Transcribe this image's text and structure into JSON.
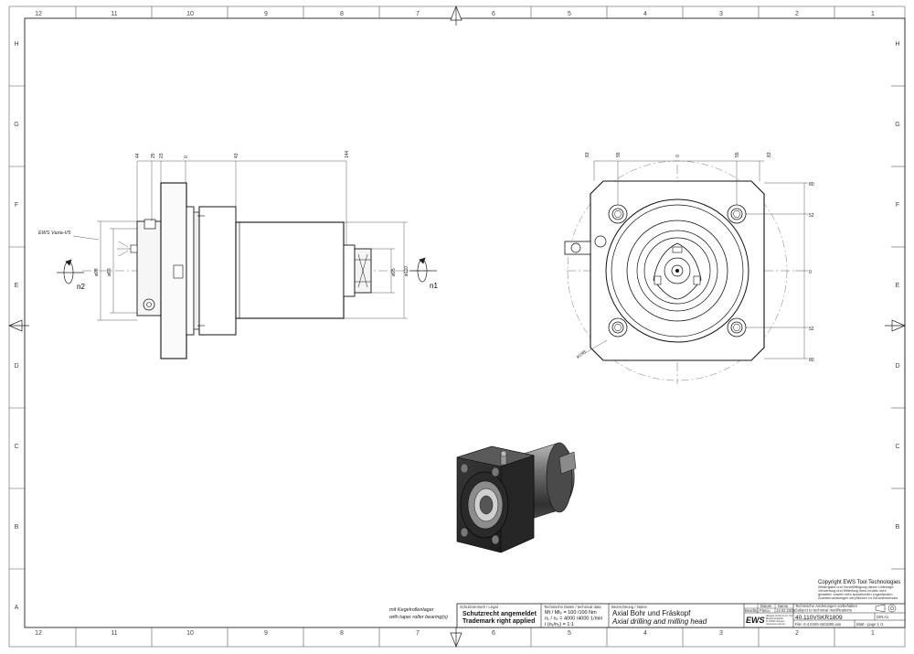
{
  "frame": {
    "cols": [
      "12",
      "11",
      "10",
      "9",
      "8",
      "7",
      "6",
      "5",
      "4",
      "3",
      "2",
      "1"
    ],
    "rows": [
      "H",
      "G",
      "F",
      "E",
      "D",
      "C",
      "B",
      "A"
    ]
  },
  "side_view": {
    "top_dims": [
      "44",
      "25",
      "23",
      "0",
      "43",
      "144"
    ],
    "label_tool": "EWS Varia-V5",
    "dia_left": "ø98",
    "dia_left2": "ø89",
    "dia_right": "ø95",
    "dia_right2": "ø110",
    "rot_left": "n2",
    "rot_right": "n1"
  },
  "front_view": {
    "top_dims": [
      "83",
      "55",
      "0",
      "55",
      "83"
    ],
    "right_dims": [
      "80",
      "52",
      "0",
      "52",
      "80"
    ],
    "dia": "ø198"
  },
  "notes": {
    "bearing_de": "mit Kegelrollenlager",
    "bearing_en": "with taper roller bearing(s)"
  },
  "title_block": {
    "copyright": "Copyright EWS Tool Technologies",
    "copyright_fine": [
      "Weitergabe und Vervielfältigung dieser Unterlage,",
      "Verwertung und Mitteilung ihres Inhalts nicht",
      "gestattet, soweit nicht ausdrücklich zugestanden.",
      "Zuwiderhandlungen verpflichten zu Schadensersatz."
    ],
    "legal_label": "Schutzvermerk / Legal",
    "protected_de": "Schutzrecht angemeldet",
    "protected_en": "Trademark right applied",
    "tech_label": "Technische Daten / technical data",
    "torque": "Mt / Mt₂ = 100 /100 Nm",
    "speed": "n₁ / n₂ = 4000 /4000  1/min",
    "ratio": "i  (n₁/n₂) = 1:1",
    "desc_label": "Bezeichnung / Name",
    "title_de": "Axial Bohr und Fräskopf",
    "title_en": "Axial drilling and milling head",
    "col_date": "Datum",
    "col_name": "Name",
    "row_drawn": "Bearbtg",
    "row_name": "Pascu",
    "row_date": "13.02.2008",
    "changes_text": "Technische Änderungen vorbehalten",
    "changes_en": "Subject to technical modifications",
    "logo": "EWS",
    "company_fine": [
      "Weigele GmbH & Co. KG",
      "Maschinenfabrik",
      "D-73066 Uhingen",
      "www.ews-tools.de"
    ],
    "part_no": "40.110VSKR1809",
    "file_name": "File: 0-4 EWS-06/1800.iam",
    "format": "DIN A1",
    "sheet": "Blatt - page  1 /1"
  }
}
